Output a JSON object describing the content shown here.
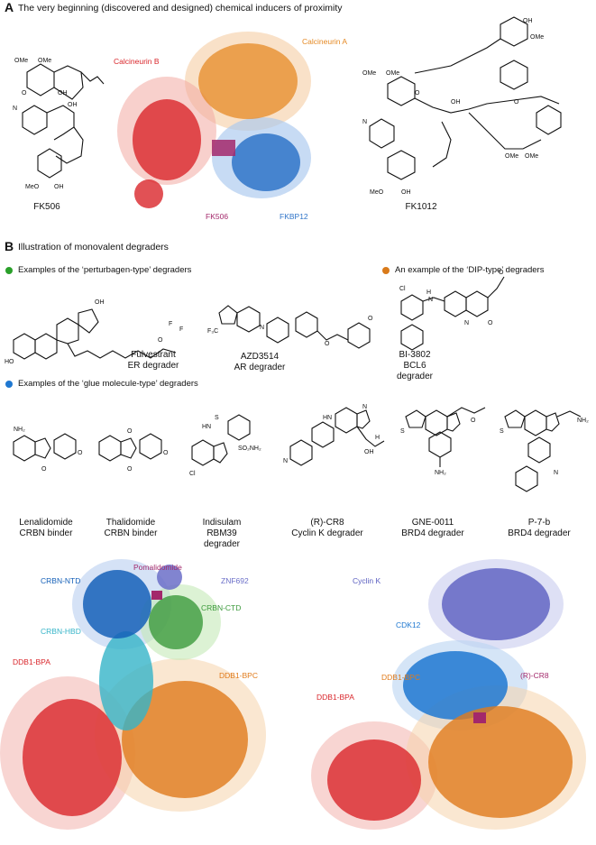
{
  "panel_a": {
    "letter": "A",
    "title": "The very beginning (discovered and designed) chemical inducers of proximity",
    "structures": {
      "left": "FK506",
      "right": "FK1012"
    },
    "protein_labels": {
      "calcineurin_b": "Calcineurin B",
      "calcineurin_a": "Calcineurin A",
      "fk506": "FK506",
      "fkbp12": "FKBP12"
    }
  },
  "panel_b": {
    "letter": "B",
    "title": "Illustration of monovalent degraders",
    "groups": {
      "perturbagen": "Examples of the ‘perturbagen-type’ degraders",
      "dip": "An example of the ‘DIP-type’ degraders",
      "glue": "Examples of the ‘glue molecule-type’ degraders"
    },
    "compounds_row1": [
      {
        "name": "Fulvestrant",
        "role": "ER degrader"
      },
      {
        "name": "AZD3514",
        "role": "AR degrader"
      },
      {
        "name": "BI-3802",
        "role": "BCL6 degrader"
      }
    ],
    "compounds_row2": [
      {
        "name": "Lenalidomide",
        "role": "CRBN binder"
      },
      {
        "name": "Thalidomide",
        "role": "CRBN binder"
      },
      {
        "name": "Indisulam",
        "role": "RBM39 degrader"
      },
      {
        "name": "(R)-CR8",
        "role": "Cyclin K degrader"
      },
      {
        "name": "GNE-0011",
        "role": "BRD4 degrader"
      },
      {
        "name": "P-7-b",
        "role": "BRD4 degrader"
      }
    ],
    "left_complex_labels": {
      "crbn_ntd": "CRBN-NTD",
      "pomalidomide": "Pomalidomide",
      "znf692": "ZNF692",
      "crbn_ctd": "CRBN-CTD",
      "crbn_hbd": "CRBN-HBD",
      "ddb1_bpa": "DDB1-BPA",
      "ddb1_bpc": "DDB1-BPC"
    },
    "right_complex_labels": {
      "cyclin_k": "Cyclin K",
      "cdk12": "CDK12",
      "ddb1_bpc": "DDB1-BPC",
      "r_cr8": "(R)-CR8",
      "ddb1_bpa": "DDB1-BPA"
    }
  },
  "colors": {
    "perturbagen_dot": "#2aa02a",
    "dip_dot": "#d97a1a",
    "glue_dot": "#1f78d1",
    "calcineurin_b": "#d9262b",
    "calcineurin_a": "#e58a25",
    "fk506_label": "#a3286b",
    "fkbp12": "#2f74c8",
    "crbn_ntd": "#1560b8",
    "crbn_hbd": "#35b4c8",
    "crbn_ctd": "#3c9a3c",
    "znf692": "#6b6fc8",
    "pomalidomide": "#a3286b",
    "ddb1_bpa": "#d9262b",
    "ddb1_bpc": "#e07b1b",
    "cyclin_k": "#5a5ec0",
    "cdk12": "#1f78d1"
  }
}
